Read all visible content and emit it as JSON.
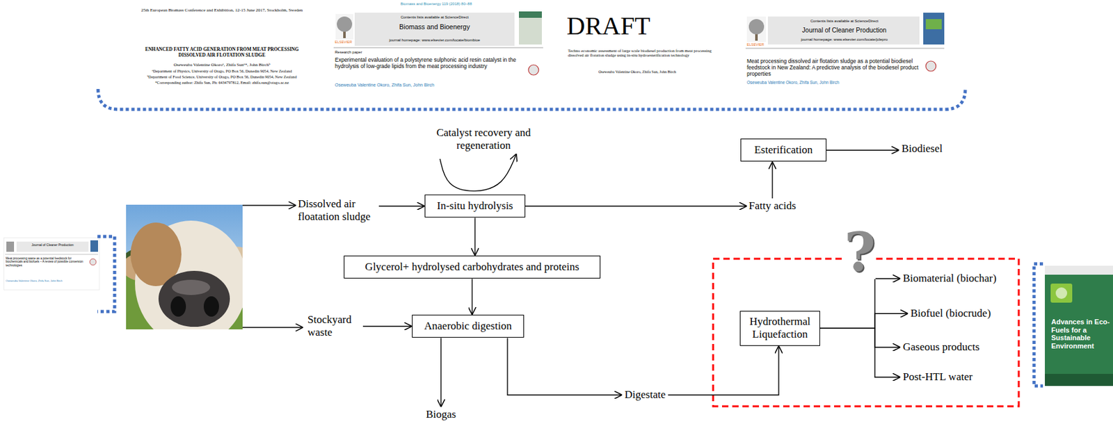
{
  "diagram": {
    "nodes": [
      {
        "text": [
          "Catalyst recovery and regeneration"
        ]
      },
      {
        "text": [
          "Esterification"
        ]
      },
      {
        "text": [
          "Biodiesel"
        ]
      },
      {
        "text": [
          "Dissolved air floatation sludge"
        ]
      },
      {
        "text": [
          "In-situ hydrolysis"
        ]
      },
      {
        "text": [
          "Fatty acids"
        ]
      },
      {
        "text": [
          "Glycerol+ hydrolysed carbohydrates and proteins"
        ]
      },
      {
        "text": [
          "Stockyard waste"
        ]
      },
      {
        "text": [
          "Anaerobic digestion"
        ]
      },
      {
        "text": [
          "Hydrothermal Liquefaction"
        ]
      },
      {
        "text": [
          "Biomaterial (biochar)"
        ]
      },
      {
        "text": [
          "Biofuel (biocrude)"
        ]
      },
      {
        "text": [
          "Gaseous products"
        ]
      },
      {
        "text": [
          "Post-HTL water"
        ]
      },
      {
        "text": [
          "Digestate"
        ]
      },
      {
        "text": [
          "Biogas"
        ]
      }
    ],
    "edges": [
      {
        "from": 3,
        "to": 4,
        "arrow": "to"
      },
      {
        "from": 4,
        "to": 0,
        "arrow": "to"
      },
      {
        "from": 4,
        "to": 5,
        "arrow": "to"
      },
      {
        "from": 5,
        "to": 1,
        "arrow": "to"
      },
      {
        "from": 1,
        "to": 2,
        "arrow": "to"
      },
      {
        "from": 4,
        "to": 6,
        "arrow": "to"
      },
      {
        "from": 6,
        "to": 8,
        "arrow": "to"
      },
      {
        "from": 7,
        "to": 8,
        "arrow": "to"
      },
      {
        "from": 8,
        "to": 15,
        "arrow": "to"
      },
      {
        "from": 8,
        "to": 14,
        "arrow": "to"
      },
      {
        "from": 14,
        "to": 9,
        "arrow": "to"
      },
      {
        "from": 9,
        "to": 10,
        "arrow": "to"
      },
      {
        "from": 9,
        "to": 11,
        "arrow": "to"
      },
      {
        "from": 9,
        "to": 12,
        "arrow": "to"
      },
      {
        "from": 9,
        "to": 13,
        "arrow": "to"
      }
    ],
    "labels": [
      "25th European Biomass Conference and Exhibition, 12-15 June 2017, Stockholm, Sweden",
      "ENHANCED FATTY ACID GENERATION FROM MEAT PROCESSING DISSOLVED AIR FLOTATION SLUDGE",
      "Oseweuba Valentine Okoroᵃ, Zhifa Sunᵃ*, John Birchᵇ",
      "ᵃDepartment of Physics, University of Otago, PO Box 56, Dunedin 9054, New Zealand",
      "ᵇDepartment of Food Science, University of Otago, PO Box 56, Dunedin 9054, New Zealand",
      "*Corresponding author: Zhifa Sun, Ph: 6434797812, Email: zhifa.sun@otago.ac.nz",
      "Biomass and Bioenergy 119 (2018) 80–88",
      "Contents lists available at ScienceDirect",
      "Biomass and Bioenergy",
      "journal homepage: www.elsevier.com/locate/biombioe",
      "ELSEVIER",
      "Research paper",
      "Experimental evaluation of a polystyrene sulphonic acid resin catalyst in the hydrolysis of low-grade lipids from the meat processing industry",
      "Oseweuba Valentine Okoro, Zhifa Sun, John Birch",
      "DRAFT",
      "Techno economic assessment of large scale biodiesel production from meat processing dissolved air flotation sludge using in-situ hydroesterification technology",
      "Oseweuba Valentine Okoro, Zhifa Sun, John Birch",
      "Contents lists available at ScienceDirect",
      "Journal of Cleaner Production",
      "journal homepage: www.elsevier.com/locate/jclepro",
      "ELSEVIER",
      "Meat processing dissolved air flotation sludge as a potential biodiesel feedstock in New Zealand: A predictive analysis of the biodiesel product properties",
      "Oseweuba Valentine Okoro, Zhifa Sun, John Birch",
      "Journal of Cleaner Production",
      "Meat processing waste as a potential feedstock for biochemicals and biofuels – A review of possible conversion technologies",
      "Oseweuba Valentine Okoro, Zhifa Sun, John Birch",
      "Advances in Eco-Fuels for a Sustainable Environment",
      "?"
    ]
  }
}
